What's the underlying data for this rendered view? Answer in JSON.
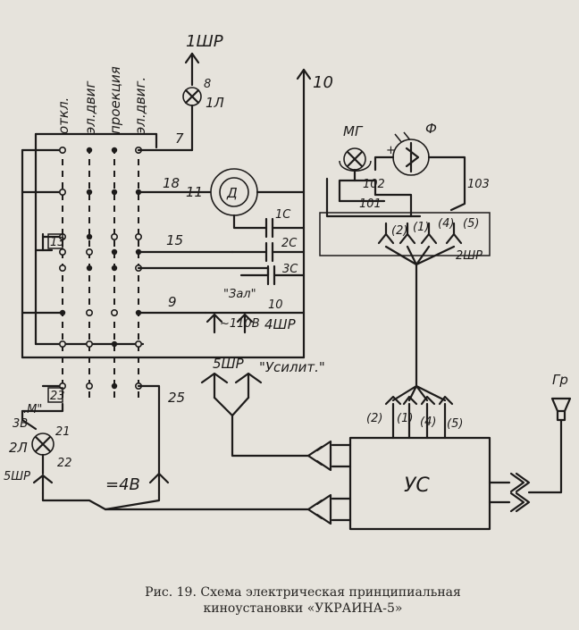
{
  "switch_positions": [
    "откл.",
    "эл.двиг",
    "проекция",
    "эл.двиг."
  ],
  "labels": {
    "top_plug_1": "1ШР",
    "top_output_10": "10",
    "lamp_1_number": "8",
    "lamp_1": "1Л",
    "wire_7": "7",
    "wire_18": "18",
    "wire_11": "11",
    "motor": "Д",
    "cap_1": "1С",
    "cap_2": "2С",
    "cap_3": "3С",
    "wire_13": "13",
    "wire_15": "15",
    "wire_9": "9",
    "wire_10": "10",
    "hall": "\"Зал\"",
    "volt_110": "~110В",
    "plug_4": "4ШР",
    "plug_5": "5ШР",
    "amplifier": "\"Усилит.\"",
    "wire_23": "23",
    "wire_25": "25",
    "switch_m": ".М\"",
    "volt_3": "3В",
    "wire_21": "21",
    "lamp_2": "2Л",
    "wire_22": "22",
    "plug_5b": "5ШР",
    "volt_4": "=4В",
    "mg": "МГ",
    "photocell": "Ф",
    "wire_102": "102",
    "wire_101": "101",
    "wire_103": "103",
    "pin_2": "(2)",
    "pin_1": "(1)",
    "pin_4": "(4)",
    "pin_5": "(5)",
    "plug_2": "2ШР",
    "us_pin_2": "(2)",
    "us_pin_1": "(1)",
    "us_pin_4": "(4)",
    "us_pin_5": "(5)",
    "speaker": "Гр",
    "amp_unit": "УС"
  },
  "caption": {
    "line1": "Рис. 19. Схема электрическая принципиальная",
    "line2": "киноустановки «УКРАИНА-5»"
  }
}
